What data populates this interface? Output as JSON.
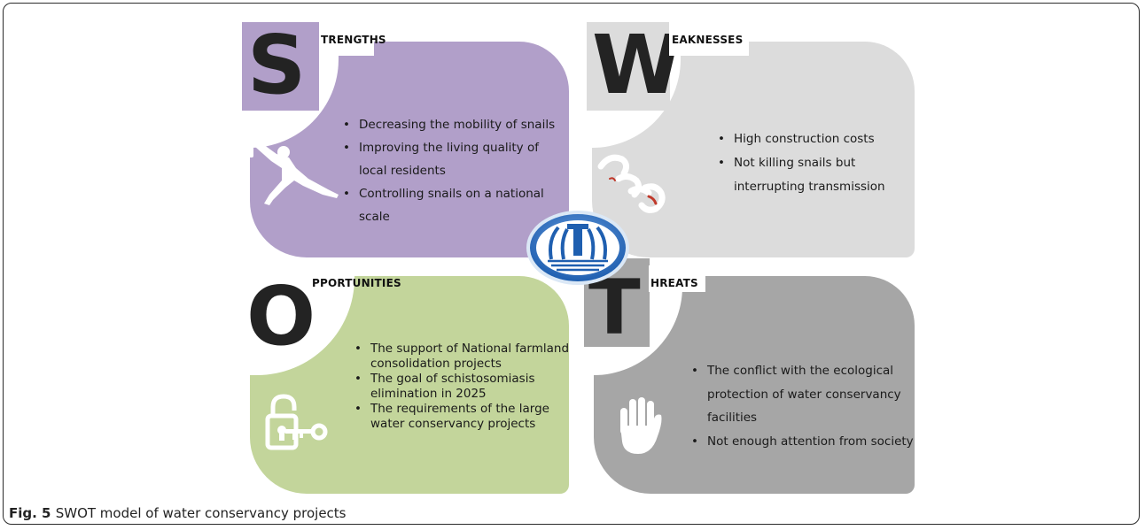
{
  "colors": {
    "strengths": "#b19fc9",
    "weaknesses": "#dcdcdc",
    "opportunities": "#c3d59b",
    "threats": "#a6a6a6"
  },
  "strengths": {
    "letter": "S",
    "heading": "TRENGTHS",
    "items": [
      "Decreasing the mobility of snails",
      "Improving the living quality of local residents",
      "Controlling snails on a national scale"
    ],
    "icon": "pushing-person-icon"
  },
  "weaknesses": {
    "letter": "W",
    "heading": "EAKNESSES",
    "items": [
      "High construction costs",
      "Not killing snails but interrupting transmission"
    ],
    "icon": "broken-chain-icon"
  },
  "opportunities": {
    "letter": "O",
    "heading": "PPORTUNITIES",
    "items": [
      "The support of National farmland consolidation projects",
      "The goal of schistosomiasis elimination in 2025",
      "The requirements of the large water conservancy projects"
    ],
    "icon": "unlocked-padlock-key-icon"
  },
  "threats": {
    "letter": "T",
    "heading": "HREATS",
    "items": [
      "The conflict with the ecological protection of water conservancy facilities",
      "Not enough attention from society"
    ],
    "icon": "stop-hand-icon"
  },
  "center_logo": "water-conservancy-logo-icon",
  "caption": {
    "label": "Fig. 5",
    "text": "SWOT model of water conservancy projects"
  }
}
